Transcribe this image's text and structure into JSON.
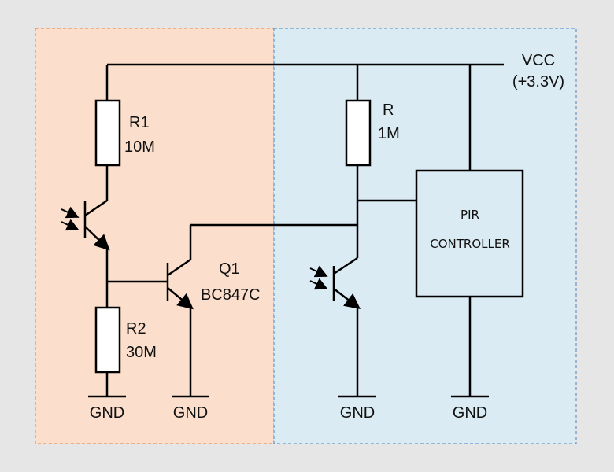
{
  "colors": {
    "background": "#e6e6e6",
    "left_region_fill": "#fbdfcc",
    "left_region_border": "#d9804d",
    "right_region_fill": "#daebf3",
    "right_region_border": "#4f81bd",
    "wire": "#000000"
  },
  "supply": {
    "name": "VCC",
    "voltage": "(+3.3V)"
  },
  "components": {
    "r1": {
      "name": "R1",
      "value": "10M"
    },
    "r2": {
      "name": "R2",
      "value": "30M"
    },
    "r": {
      "name": "R",
      "value": "1M"
    },
    "q1": {
      "name": "Q1",
      "part": "BC847C"
    },
    "pir": {
      "line1": "PIR",
      "line2": "CONTROLLER"
    }
  },
  "ground_labels": [
    "GND",
    "GND",
    "GND",
    "GND"
  ]
}
